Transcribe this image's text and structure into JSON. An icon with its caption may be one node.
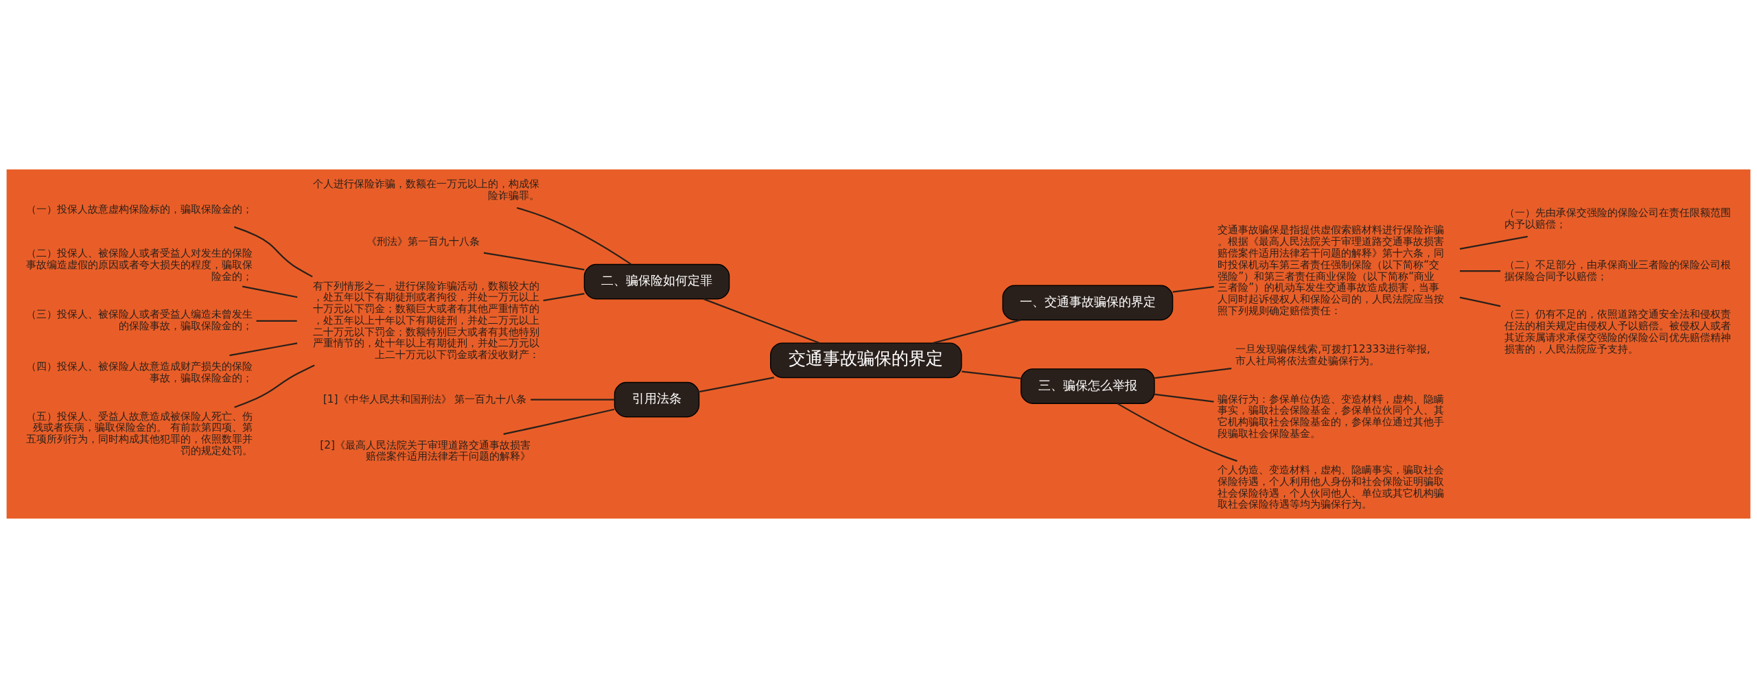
{
  "diagram": {
    "nodes": [
      {
        "text": [
          "交通事故骗保的界定"
        ]
      },
      {
        "text": [
          "一、交通事故骗保的界定"
        ]
      },
      {
        "text": [
          "交通事故骗保是指提供虚假索赔材料进行保险诈骗。根据《最高人民法院关于审理道路交通事故损害赔偿案件适用法律若干问题的解释》第十六条，同时投保机动车第三者责任强制保险（以下简称“交强险”）和第三者责任商业保险（以下简称“商业三者险”）的机动车发生交通事故造成损害，当事人同时起诉侵权人和保险公司的，人民法院应当按照下列规则确定赔偿责任："
        ]
      },
      {
        "text": [
          "（一）先由承保交强险的保险公司在责任限额范围内予以赔偿；"
        ]
      },
      {
        "text": [
          "（二）不足部分，由承保商业三者险的保险公司根据保险合同予以赔偿；"
        ]
      },
      {
        "text": [
          "（三）仍有不足的，依照道路交通安全法和侵权责任法的相关规定由侵权人予以赔偿。被侵权人或者其近亲属请求承保交强险的保险公司优先赔偿精神损害的，人民法院应予支持。"
        ]
      },
      {
        "text": [
          "二、骗保险如何定罪"
        ]
      },
      {
        "text": [
          "个人进行保险诈骗，数额在一万元以上的，构成保险诈骗罪。"
        ]
      },
      {
        "text": [
          "《刑法》第一百九十八条"
        ]
      },
      {
        "text": [
          "有下列情形之一，进行保险诈骗活动，数额较大的，处五年以下有期徒刑或者拘役，并处一万元以上十万元以下罚金；数额巨大或者有其他严重情节的，处五年以上十年以下有期徒刑，并处二万元以上二十万元以下罚金；数额特别巨大或者有其他特别严重情节的，处十年以上有期徒刑，并处二万元以上二十万元以下罚金或者没收财产："
        ]
      },
      {
        "text": [
          "（一）投保人故意虚构保险标的，骗取保险金的；"
        ]
      },
      {
        "text": [
          "（二）投保人、被保险人或者受益人对发生的保险事故编造虚假的原因或者夸大损失的程度，骗取保险金的；"
        ]
      },
      {
        "text": [
          "（三）投保人、被保险人或者受益人编造未曾发生的保险事故，骗取保险金的；"
        ]
      },
      {
        "text": [
          "（四）投保人、被保险人故意造成财产损失的保险事故，骗取保险金的；"
        ]
      },
      {
        "text": [
          "（五）投保人、受益人故意造成被保险人死亡、伤残或者疾病，骗取保险金的。 有前款第四项、第五项所列行为，同时构成其他犯罪的，依照数罪并罚的规定处罚。"
        ]
      },
      {
        "text": [
          "三、骗保怎么举报"
        ]
      },
      {
        "text": [
          "一旦发现骗保线索,可拨打12333进行举报,市人社局将依法查处骗保行为。"
        ]
      },
      {
        "text": [
          "骗保行为：参保单位伪造、变造材料，虚构、隐瞒事实，骗取社会保险基金，参保单位伙同个人、其它机构骗取社会保险基金的，参保单位通过其他手段骗取社会保险基金。"
        ]
      },
      {
        "text": [
          "个人伪造、变造材料，虚构、隐瞒事实，骗取社会保险待遇，个人利用他人身份和社会保险证明骗取社会保险待遇，个人伙同他人、单位或其它机构骗取社会保险待遇等均为骗保行为。"
        ]
      },
      {
        "text": [
          "引用法条"
        ]
      },
      {
        "text": [
          "[1]《中华人民共和国刑法》 第一百九十八条"
        ]
      },
      {
        "text": [
          "[2]《最高人民法院关于审理道路交通事故损害赔偿案件适用法律若干问题的解释》"
        ]
      }
    ],
    "edges": [
      {
        "from": 0,
        "to": 1,
        "arrow": "none"
      },
      {
        "from": 1,
        "to": 2,
        "arrow": "none"
      },
      {
        "from": 2,
        "to": 3,
        "arrow": "none"
      },
      {
        "from": 2,
        "to": 4,
        "arrow": "none"
      },
      {
        "from": 2,
        "to": 5,
        "arrow": "none"
      },
      {
        "from": 0,
        "to": 6,
        "arrow": "none"
      },
      {
        "from": 6,
        "to": 7,
        "arrow": "none"
      },
      {
        "from": 6,
        "to": 8,
        "arrow": "none"
      },
      {
        "from": 6,
        "to": 9,
        "arrow": "none"
      },
      {
        "from": 9,
        "to": 10,
        "arrow": "none"
      },
      {
        "from": 9,
        "to": 11,
        "arrow": "none"
      },
      {
        "from": 9,
        "to": 12,
        "arrow": "none"
      },
      {
        "from": 9,
        "to": 13,
        "arrow": "none"
      },
      {
        "from": 9,
        "to": 14,
        "arrow": "none"
      },
      {
        "from": 0,
        "to": 15,
        "arrow": "none"
      },
      {
        "from": 15,
        "to": 16,
        "arrow": "none"
      },
      {
        "from": 15,
        "to": 17,
        "arrow": "none"
      },
      {
        "from": 15,
        "to": 18,
        "arrow": "none"
      },
      {
        "from": 0,
        "to": 19,
        "arrow": "none"
      },
      {
        "from": 19,
        "to": 20,
        "arrow": "none"
      },
      {
        "from": 19,
        "to": 21,
        "arrow": "none"
      }
    ]
  }
}
